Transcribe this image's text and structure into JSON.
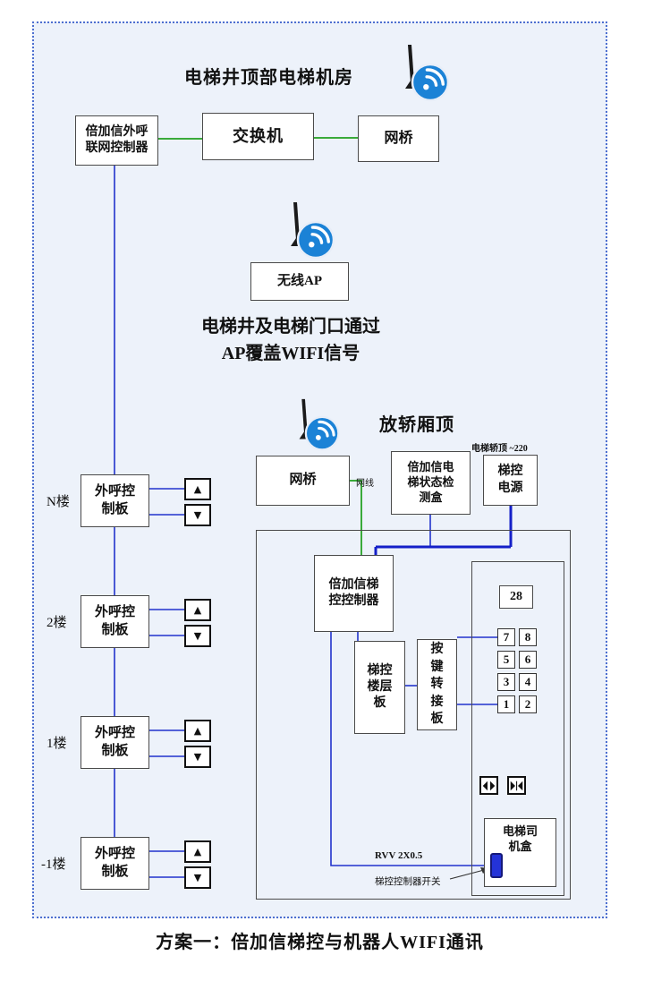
{
  "caption": "方案一：倍加信梯控与机器人WIFI通讯",
  "colors": {
    "bg": "#edf2fa",
    "dotted_border": "#4d6fd0",
    "line_blue": "#2233cc",
    "line_green": "#3aaa3a",
    "power_line_blue": "#1520c8",
    "wifi_blue": "#1b82d6",
    "switch_blue": "#2433d8"
  },
  "machine_room": {
    "title": "电梯井顶部电梯机房",
    "outcall_controller": "倍加信外呼\n联网控制器",
    "switch": "交换机",
    "bridge": "网桥"
  },
  "ap": {
    "label": "无线AP",
    "note": "电梯井及电梯门口通过\nAP覆盖WIFI信号"
  },
  "car_top": {
    "title": "放轿厢顶",
    "power_note": "电梯轿顶 ~220",
    "bridge": "网桥",
    "cable_label": "网线",
    "status_box": "倍加信电\n梯状态检\n测盒",
    "power_box": "梯控\n电源",
    "controller": "倍加信梯\n控控制器",
    "floor_board": "梯控\n楼层\n板",
    "key_board": "按\n键\n转\n接\n板",
    "display": "28",
    "buttons": [
      "7",
      "8",
      "5",
      "6",
      "3",
      "4",
      "1",
      "2"
    ],
    "driver_box": "电梯司\n机盒",
    "rvv_label": "RVV 2X0.5",
    "switch_label": "梯控控制器开关"
  },
  "floors": [
    {
      "label": "N楼",
      "board": "外呼控\n制板"
    },
    {
      "label": "2楼",
      "board": "外呼控\n制板"
    },
    {
      "label": "1楼",
      "board": "外呼控\n制板"
    },
    {
      "label": "-1楼",
      "board": "外呼控\n制板"
    }
  ],
  "icons": {
    "up": "▲",
    "down": "▼"
  }
}
